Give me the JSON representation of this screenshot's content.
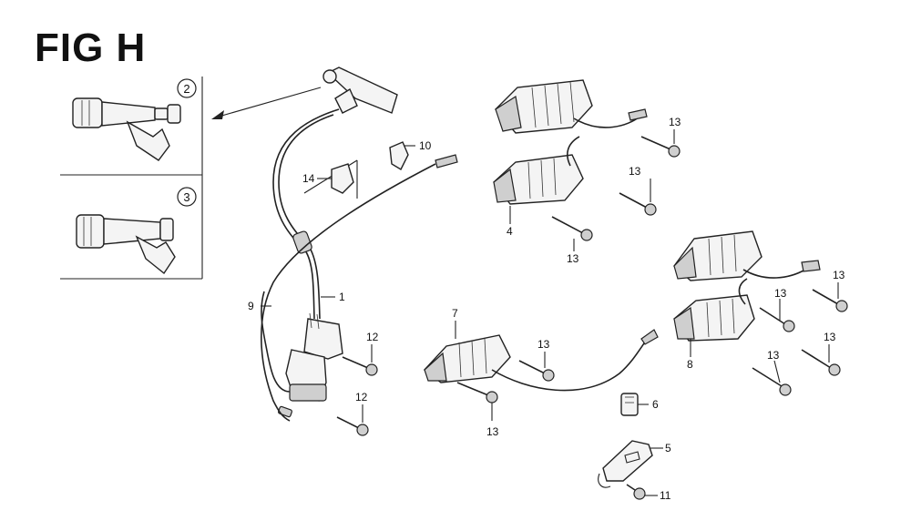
{
  "figure": {
    "title": "FIG H",
    "inset_labels": [
      "2",
      "3"
    ],
    "callouts": {
      "c1": "1",
      "c4": "4",
      "c5": "5",
      "c6": "6",
      "c7": "7",
      "c8": "8",
      "c9": "9",
      "c10": "10",
      "c11": "11",
      "c12a": "12",
      "c12b": "12",
      "c13a": "13",
      "c13b": "13",
      "c13c": "13",
      "c13d": "13",
      "c13e": "13",
      "c13f": "13",
      "c13g": "13",
      "c13h": "13",
      "c13i": "13",
      "c14": "14"
    }
  }
}
